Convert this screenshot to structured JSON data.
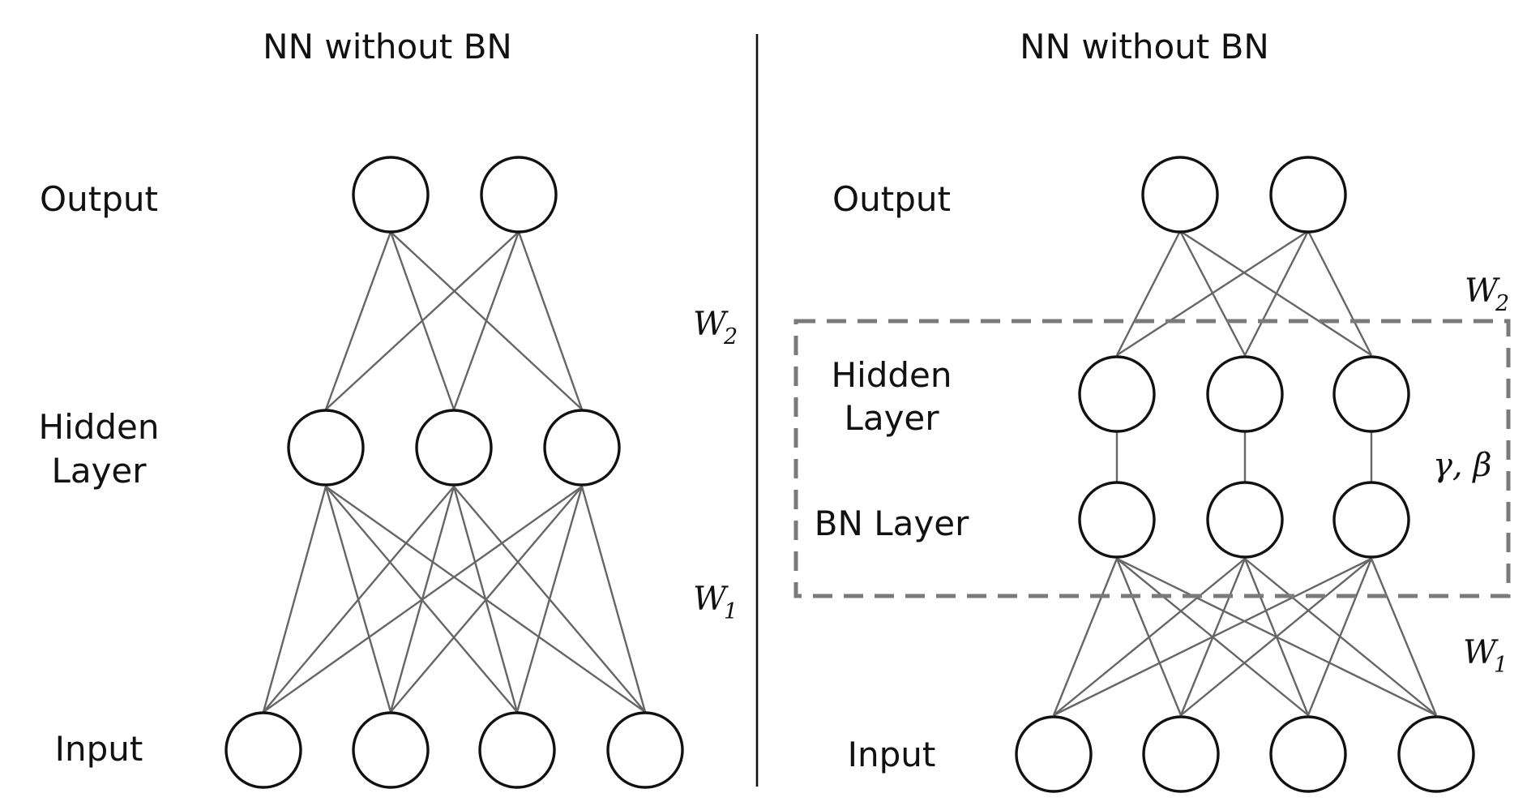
{
  "left_panel": {
    "title": "NN without BN",
    "labels": {
      "output": "Output",
      "hidden_line1": "Hidden",
      "hidden_line2": "Layer",
      "input": "Input"
    },
    "weights": {
      "w2": "W",
      "w2_sub": "2",
      "w1": "W",
      "w1_sub": "1"
    }
  },
  "right_panel": {
    "title": "NN without BN",
    "labels": {
      "output": "Output",
      "hidden_line1": "Hidden",
      "hidden_line2": "Layer",
      "bn_layer": "BN Layer",
      "input": "Input"
    },
    "weights": {
      "w2": "W",
      "w2_sub": "2",
      "w1": "W",
      "w1_sub": "1",
      "params": "γ, β"
    }
  },
  "colors": {
    "edge": "#666666",
    "node_stroke": "#111111",
    "dashed_box": "#7a7a7a"
  }
}
